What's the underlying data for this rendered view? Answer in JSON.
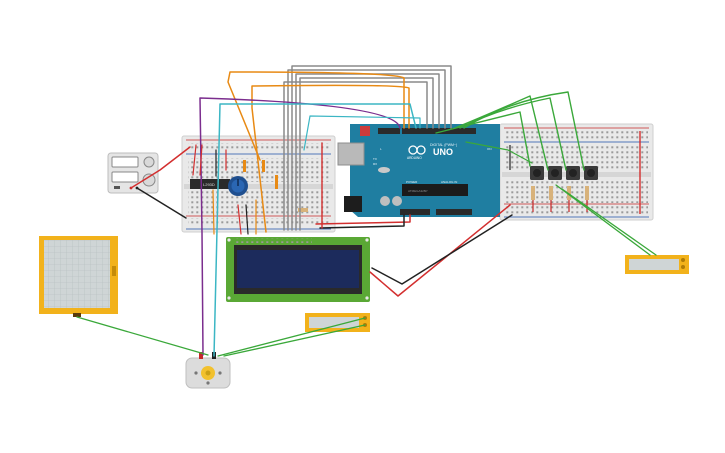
{
  "workspace": {
    "title": "",
    "components": [
      {
        "name": "arduino-uno",
        "kind": "microcontroller"
      },
      {
        "name": "breadboard-left",
        "kind": "breadboard"
      },
      {
        "name": "breadboard-right",
        "kind": "breadboard"
      },
      {
        "name": "lcd-16x2",
        "kind": "display"
      },
      {
        "name": "potentiometer",
        "kind": "potentiometer"
      },
      {
        "name": "l293d-driver",
        "kind": "ic"
      },
      {
        "name": "dc-motor",
        "kind": "motor"
      },
      {
        "name": "force-sensor",
        "kind": "sensor"
      },
      {
        "name": "flex-sensor-mid",
        "kind": "sensor"
      },
      {
        "name": "flex-sensor-right",
        "kind": "sensor"
      },
      {
        "name": "power-supply",
        "kind": "power"
      },
      {
        "name": "pushbuttons",
        "kind": "input",
        "count": 4
      }
    ]
  },
  "arduino": {
    "model_label": "UNO",
    "brand_label": "ARDUINO",
    "digital_label": "DIGITAL (PWM~)",
    "power_label": "POWER",
    "analog_label": "ANALOG IN",
    "chip_label": "ATMEGA328P",
    "reset_label": "RESET",
    "tx_label": "TX",
    "rx_label": "RX",
    "on_label": "ON",
    "l_label": "L"
  },
  "driver": {
    "label": "L293D"
  },
  "colors": {
    "board_teal": "#1f7ea1",
    "board_dark": "#17607d",
    "breadboard": "#e8e8e8",
    "lcd_pcb": "#5aa835",
    "lcd_screen": "#1c2b5c",
    "sensor_yellow": "#f2b21b",
    "wire_red": "#d32f2f",
    "wire_black": "#222222",
    "wire_green": "#3aa83a",
    "wire_orange": "#e88a14",
    "wire_purple": "#7b2d8e",
    "wire_cyan": "#3bb6c4",
    "wire_gray": "#8a8a8a"
  }
}
